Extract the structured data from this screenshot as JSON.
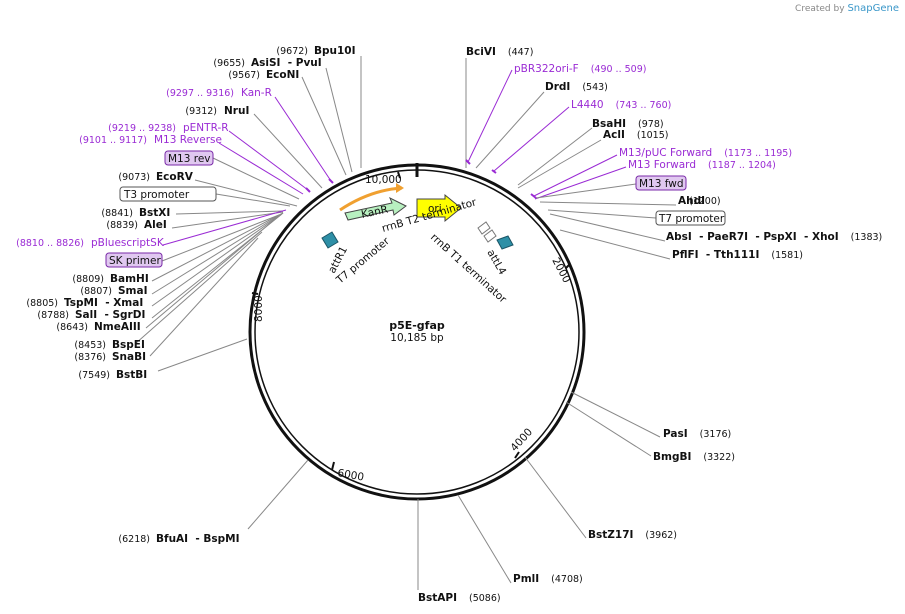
{
  "credit": {
    "prefix": "Created by",
    "brand": "SnapGene"
  },
  "plasmid": {
    "name": "p5E-gfap",
    "length": "10,185 bp"
  },
  "ticks": [
    "10,000",
    "2000",
    "4000",
    "6000",
    "8000"
  ],
  "enzymes_right": [
    {
      "name": "BciVI",
      "pos": "(447)"
    },
    {
      "name": "DrdI",
      "pos": "(543)"
    },
    {
      "name": "BsaHI",
      "pos": "(978)"
    },
    {
      "name": "AclI",
      "pos": "(1015)"
    },
    {
      "name": "AhdI",
      "pos": "(1200)"
    },
    {
      "name": "AbsI  - PaeR7I  - PspXI  - XhoI",
      "pos": "(1383)"
    },
    {
      "name": "PflFI  - Tth111I",
      "pos": "(1581)"
    },
    {
      "name": "PasI",
      "pos": "(3176)"
    },
    {
      "name": "BmgBI",
      "pos": "(3322)"
    },
    {
      "name": "BstZ17I",
      "pos": "(3962)"
    },
    {
      "name": "PmlI",
      "pos": "(4708)"
    },
    {
      "name": "BstAPI",
      "pos": "(5086)"
    }
  ],
  "enzymes_left": [
    {
      "name": "Bpu10I",
      "pos": "(9672)"
    },
    {
      "name": "AsiSI  - PvuI",
      "pos": "(9655)"
    },
    {
      "name": "EcoNI",
      "pos": "(9567)"
    },
    {
      "name": "NruI",
      "pos": "(9312)"
    },
    {
      "name": "EcoRV",
      "pos": "(9073)"
    },
    {
      "name": "BstXI",
      "pos": "(8841)"
    },
    {
      "name": "AleI",
      "pos": "(8839)"
    },
    {
      "name": "BamHI",
      "pos": "(8809)"
    },
    {
      "name": "SmaI",
      "pos": "(8807)"
    },
    {
      "name": "TspMI  - XmaI",
      "pos": "(8805)"
    },
    {
      "name": "SalI  - SgrDI",
      "pos": "(8788)"
    },
    {
      "name": "NmeAIII",
      "pos": "(8643)"
    },
    {
      "name": "BspEI",
      "pos": "(8453)"
    },
    {
      "name": "SnaBI",
      "pos": "(8376)"
    },
    {
      "name": "BstBI",
      "pos": "(7549)"
    },
    {
      "name": "BfuAI  - BspMI",
      "pos": "(6218)"
    }
  ],
  "primers": [
    {
      "name": "pBR322ori-F",
      "pos": "(490 .. 509)"
    },
    {
      "name": "L4440",
      "pos": "(743 .. 760)"
    },
    {
      "name": "M13/pUC Forward",
      "pos": "(1173 .. 1195)"
    },
    {
      "name": "M13 Forward",
      "pos": "(1187 .. 1204)"
    },
    {
      "name": "Kan-R",
      "pos": "(9297 .. 9316)"
    },
    {
      "name": "pENTR-R",
      "pos": "(9219 .. 9238)"
    },
    {
      "name": "M13 Reverse",
      "pos": "(9101 .. 9117)"
    },
    {
      "name": "pBluescriptSK",
      "pos": "(8810 .. 8826)"
    }
  ],
  "boxed": {
    "m13_rev": "M13 rev",
    "t3_promoter": "T3 promoter",
    "sk_primer": "SK primer",
    "m13_fwd": "M13 fwd",
    "t7_promoter": "T7 promoter"
  },
  "features": {
    "kanr": "KanR",
    "ori": "ori",
    "attr1": "attR1",
    "t7_promoter": "T7 promoter",
    "rrnb_t2": "rrnB T2 terminator",
    "rrnb_t1": "rrnB T1 terminator",
    "attl4": "attL4"
  },
  "colors": {
    "primer": "#9a2bd4",
    "kanr": "#b8f0c0",
    "ori": "#ffff00",
    "att": "#2e8fa6",
    "arrow": "#f0a030"
  }
}
